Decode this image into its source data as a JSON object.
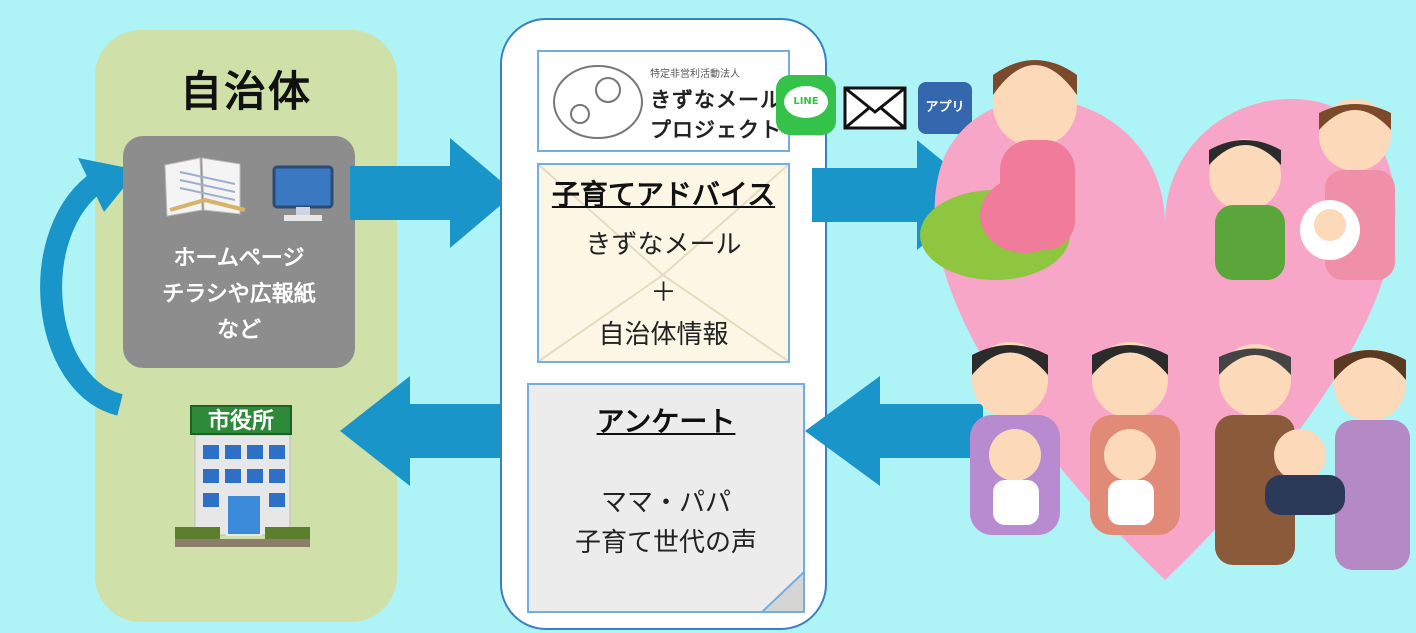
{
  "municipality": {
    "title": "自治体",
    "media_lines": [
      "ホームページ",
      "チラシや広報紙",
      "など"
    ],
    "office_sign": "市役所"
  },
  "phone": {
    "logo": {
      "org_type": "特定非営利活動法人",
      "name_line1": "きずなメール",
      "name_line2": "プロジェクト"
    },
    "advice": {
      "title": "子育てアドバイス",
      "lines": [
        "きずなメール",
        "＋",
        "自治体情報"
      ]
    },
    "survey": {
      "title": "アンケート",
      "lines": [
        "ママ・パパ",
        "子育て世代の声"
      ]
    }
  },
  "channels": {
    "line_label": "LINE",
    "app_label": "アプリ",
    "icons": [
      "line-icon",
      "mail-icon",
      "app-icon"
    ]
  },
  "colors": {
    "background": "#aef3f6",
    "arrow": "#1a95c9",
    "panel": "#cfe0a8",
    "heart": "#f7a6c8"
  }
}
